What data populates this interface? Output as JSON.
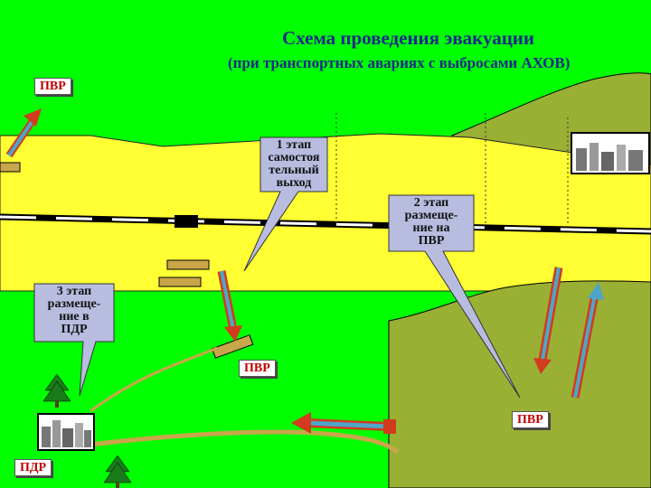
{
  "title": "Схема проведения эвакуации",
  "subtitle": "(при транспортных авариях с выбросами АХОВ)",
  "labels": {
    "pvr_top_left": "ПВР",
    "pvr_center": "ПВР",
    "pvr_right": "ПВР",
    "pdr": "ПДР"
  },
  "callouts": {
    "stage1": "1 этап\nсамостоя\nтельный\nвыход",
    "stage2": "2 этап\nразмеще-\nние на\nПВР",
    "stage3": "3 этап\nразмеще-\nние в\nПДР"
  },
  "colors": {
    "field": "#00ff00",
    "zone": "#ffff33",
    "hill": "#99b034",
    "road": "#c9a64a",
    "callout": "#b8bde0",
    "label_text": "#c00000",
    "title_text": "#1a2a8a"
  }
}
